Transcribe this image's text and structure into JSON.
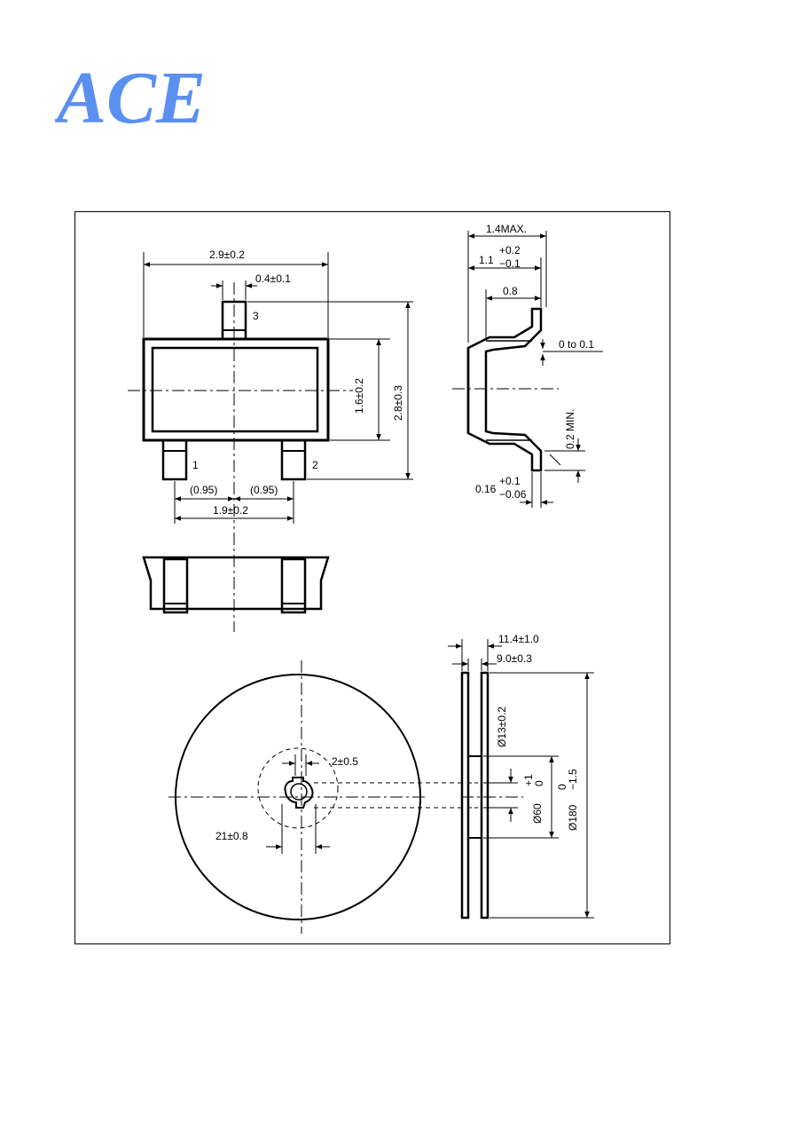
{
  "logo": {
    "text": "ACE",
    "color": "#5b8ff0"
  },
  "top_view": {
    "pins": [
      "1",
      "2",
      "3"
    ],
    "dims": {
      "overall_width": "2.9±0.2",
      "pin3_width": "0.4±0.1",
      "body_height": "1.6±0.2",
      "overall_height": "2.8±0.3",
      "pitch_left": "(0.95)",
      "pitch_right": "(0.95)",
      "pin_span": "1.9±0.2"
    }
  },
  "side_view": {
    "dims": {
      "max_height": "1.4MAX.",
      "body_thk_base": "1.1",
      "body_thk_plus": "+0.2",
      "body_thk_minus": "−0.1",
      "lead_len": "0.8",
      "standoff": "0 to 0.1",
      "lead_min": "0.2 MIN.",
      "lead_thk_base": "0.16",
      "lead_thk_plus": "+0.1",
      "lead_thk_minus": "−0.06"
    }
  },
  "reel": {
    "dims": {
      "overall_width": "11.4±1.0",
      "inner_width": "9.0±0.3",
      "hub_bore": "Ø13±0.2",
      "slot": "2±0.5",
      "key": "21±0.8",
      "hub_dia_base": "Ø60",
      "hub_dia_plus": "+1",
      "hub_dia_minus": "0",
      "reel_dia_base": "Ø180",
      "reel_dia_plus": "0",
      "reel_dia_minus": "−1.5"
    }
  }
}
